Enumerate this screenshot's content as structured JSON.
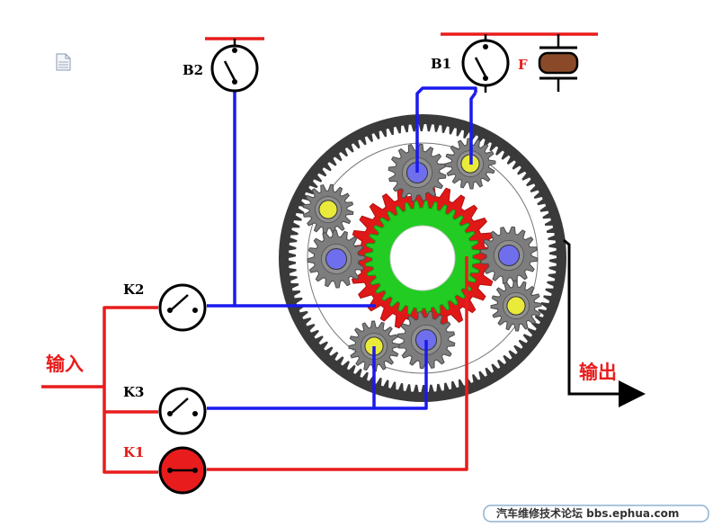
{
  "labels": {
    "b2": "B2",
    "b1": "B1",
    "f": "F",
    "k1": "K1",
    "k2": "K2",
    "k3": "K3",
    "input": "输入",
    "output": "输出"
  },
  "watermark": "汽车维修技术论坛 bbs.ephua.com",
  "colors": {
    "wire_blue": "#1a1aee",
    "wire_red": "#e81c1c",
    "ring_gear": "#3a3a3a",
    "planet_gear": "#7d7d7d",
    "outer_sun": "#e01818",
    "inner_sun": "#22cc22",
    "pin_blue": "#6f6fee",
    "pin_yellow": "#eaea3a",
    "clutch_f": "#8a4a2a"
  },
  "icons": {
    "doc": "document-icon",
    "switch": "switch-icon",
    "clutch": "one-way-clutch-icon",
    "arrow": "arrow-right-icon"
  }
}
